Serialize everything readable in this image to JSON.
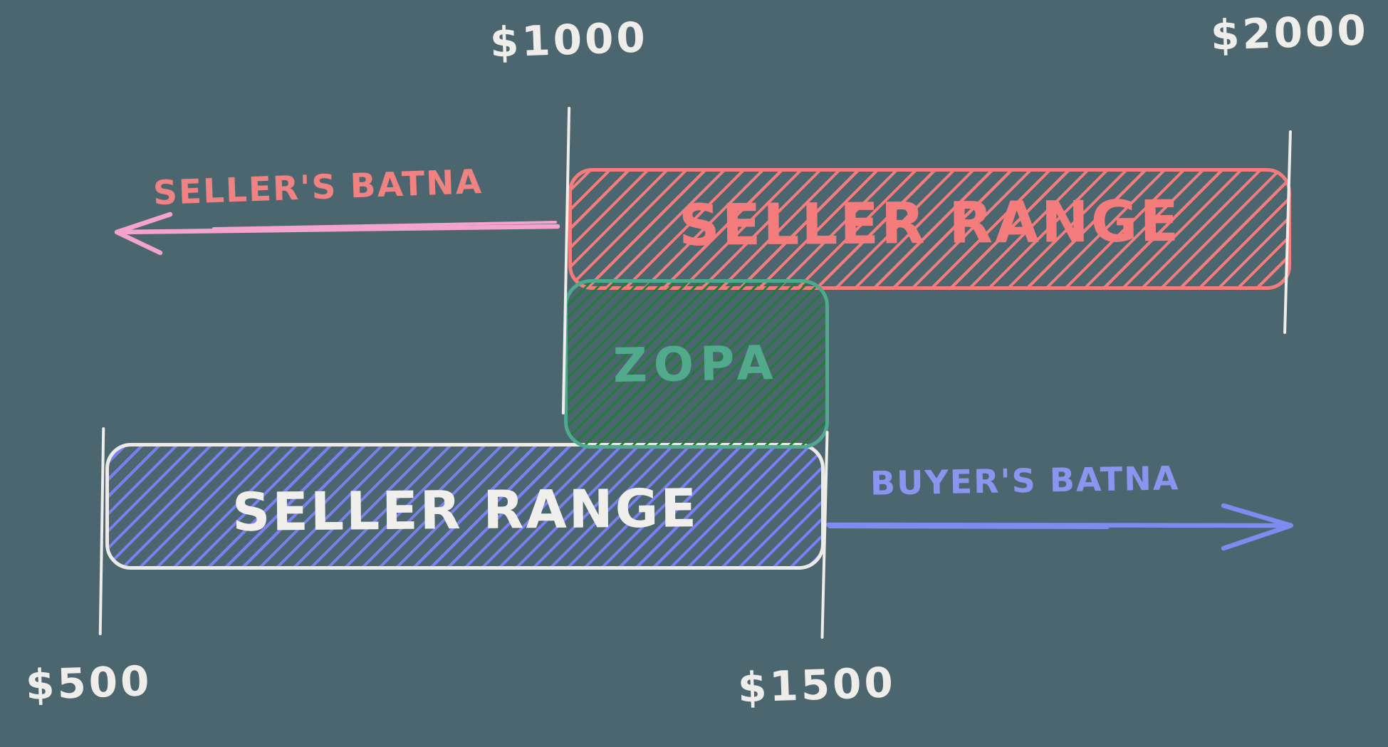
{
  "background_color": "#4c6670",
  "price_labels": {
    "top_left": "$1000",
    "top_right": "$2000",
    "bottom_left": "$500",
    "bottom_center": "$1500"
  },
  "seller_range_box": {
    "label": "SELLER RANGE",
    "color": "#f47c7c",
    "from": "$1000",
    "to": "$2000"
  },
  "zopa_box": {
    "label": "ZOPA",
    "border_color": "#4fa98c",
    "hatch_color": "#1f7d36",
    "from": "$1000",
    "to": "$1500"
  },
  "buyer_range_box": {
    "label": "SELLER RANGE",
    "text_color": "#f1efec",
    "hatch_color": "#7a7ff2",
    "from": "$500",
    "to": "$1500"
  },
  "seller_batna": {
    "label": "SELLER'S BATNA",
    "text_color": "#f08282",
    "arrow_color": "#f4a3cd",
    "arrow_direction": "left"
  },
  "buyer_batna": {
    "label": "BUYER'S BATNA",
    "text_color": "#8995ef",
    "arrow_color": "#7e8bf0",
    "arrow_direction": "right"
  }
}
